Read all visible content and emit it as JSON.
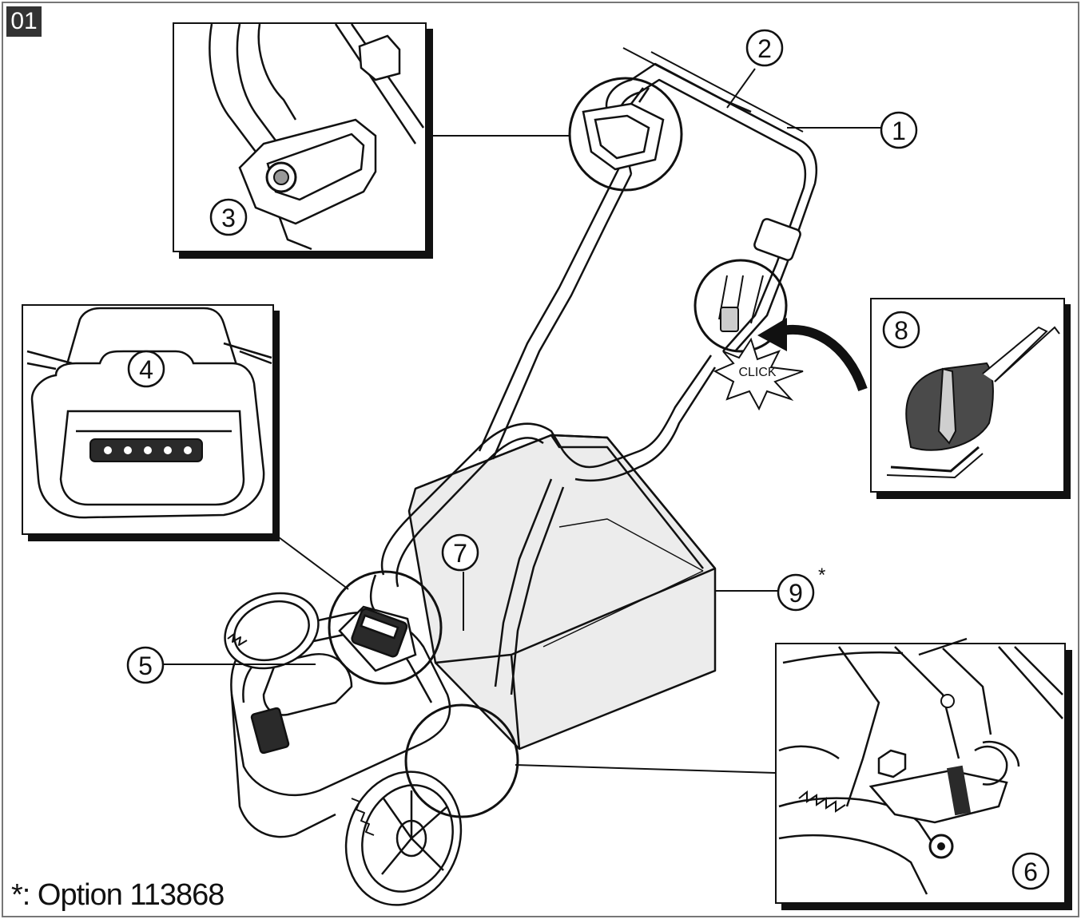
{
  "figure": {
    "number": "01",
    "footnote": "*: Option 113868"
  },
  "callouts": [
    {
      "id": "1",
      "label": "1"
    },
    {
      "id": "2",
      "label": "2"
    },
    {
      "id": "3",
      "label": "3"
    },
    {
      "id": "4",
      "label": "4"
    },
    {
      "id": "5",
      "label": "5"
    },
    {
      "id": "6",
      "label": "6"
    },
    {
      "id": "7",
      "label": "7"
    },
    {
      "id": "8",
      "label": "8"
    },
    {
      "id": "9",
      "label": "9",
      "suffix": "*"
    }
  ],
  "click_label": "CLICK",
  "colors": {
    "line": "#111111",
    "frame": "#777777",
    "tag_bg": "#333333",
    "panel_shadow": "#111111",
    "basket_fill": "#ececec",
    "dark_part": "#2a2a2a"
  }
}
